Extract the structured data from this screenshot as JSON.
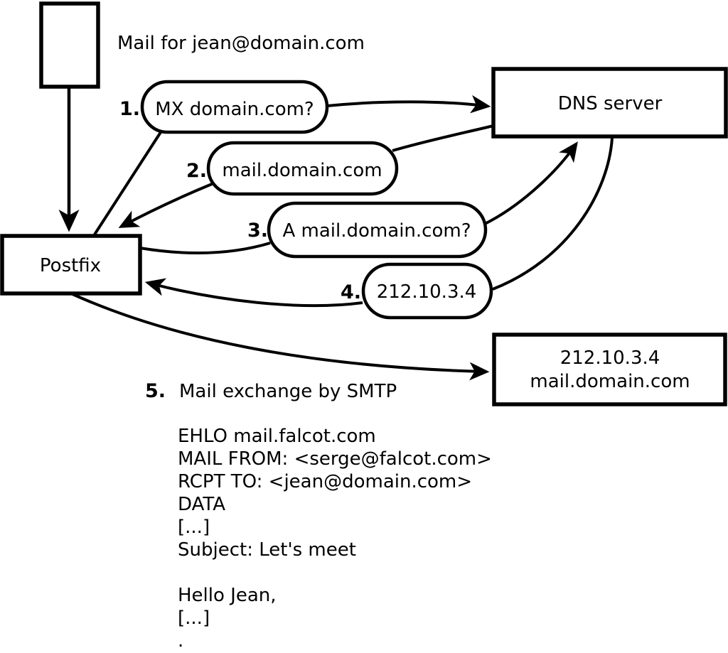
{
  "diagram": {
    "title_colors": {
      "ink": "#000000",
      "paper": "#ffffff"
    },
    "mail_label": "Mail for jean@domain.com",
    "nodes": {
      "postfix": {
        "label": "Postfix"
      },
      "dns": {
        "label": "DNS server"
      },
      "mailserver": {
        "line1": "212.10.3.4",
        "line2": "mail.domain.com"
      }
    },
    "steps": [
      {
        "num": "1.",
        "label": "MX domain.com?"
      },
      {
        "num": "2.",
        "label": "mail.domain.com"
      },
      {
        "num": "3.",
        "label": "A mail.domain.com?"
      },
      {
        "num": "4.",
        "label": "212.10.3.4"
      },
      {
        "num": "5.",
        "label": "Mail exchange by SMTP"
      }
    ],
    "smtp_session": [
      "EHLO mail.falcot.com",
      "MAIL FROM: <serge@falcot.com>",
      "RCPT TO: <jean@domain.com>",
      "DATA",
      "[...]",
      "Subject: Let's meet",
      "",
      "Hello Jean,",
      "[...]",
      "."
    ]
  }
}
